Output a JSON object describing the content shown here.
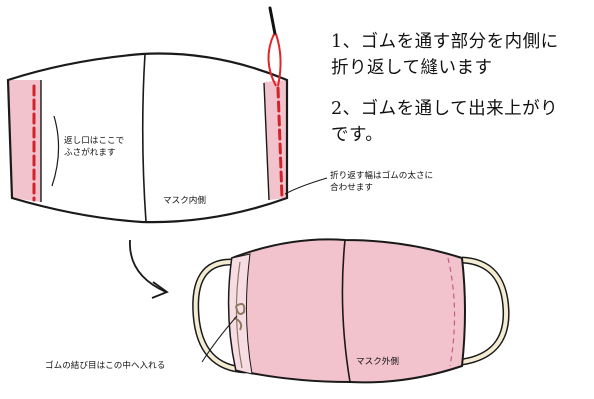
{
  "instructions": {
    "step1": [
      "1、ゴムを通す部分を内側に",
      "折り返して縫います"
    ],
    "step2": [
      "2、ゴムを通して出来上がり",
      "です。"
    ]
  },
  "labels": {
    "opening": [
      "返し口はここで",
      "ふさがれます"
    ],
    "fold_width": [
      "折り返す幅はゴムの太さに",
      "合わせます"
    ],
    "inside": "マスク内側",
    "outside": "マスク外側",
    "knot": "ゴムの結び目はこの中へ入れる"
  },
  "colors": {
    "pink": "#f2c3cd",
    "stitch": "#d2232a",
    "thread": "#e0262a",
    "elastic": "#f3ecd3",
    "outline": "#1a1a1a"
  }
}
